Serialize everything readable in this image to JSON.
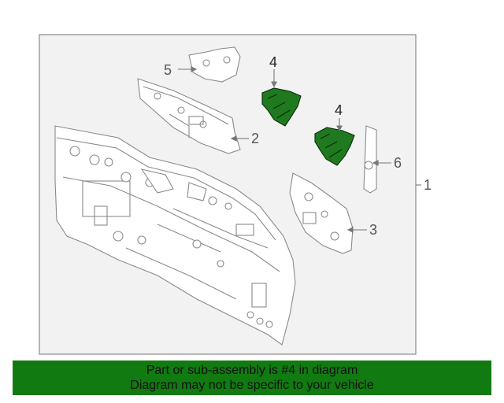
{
  "callouts": {
    "c1": "1",
    "c2": "2",
    "c3": "3",
    "c4a": "4",
    "c4b": "4",
    "c5": "5",
    "c6": "6"
  },
  "banner": {
    "line1": "Part or sub-assembly is #4 in diagram",
    "line2": "Diagram may not be specific to your vehicle"
  },
  "colors": {
    "highlight": "#1f7a1f",
    "banner_bg": "#117a11",
    "frame_bg": "#f1f1f1",
    "line": "#777777"
  }
}
